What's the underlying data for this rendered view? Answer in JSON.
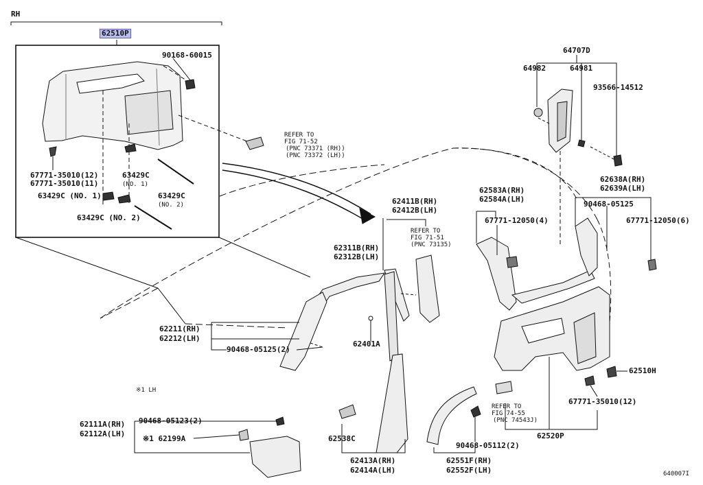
{
  "header": {
    "side": "RH",
    "assembly": "62510P"
  },
  "labels": {
    "p90168": "90168-60015",
    "p67771_35010_12": "67771-35010(12)",
    "p67771_35010_11": "67771-35010(11)",
    "p63429c_a": "63429C",
    "p63429c_a_note": "(NO. 1)",
    "p63429c_b": "63429C",
    "p63429c_b_note": "(NO. 2)",
    "p63429c_c": "63429C (NO. 1)",
    "p63429c_d": "63429C (NO. 2)",
    "refer7152_1": "REFER TO",
    "refer7152_2": "FIG 71-52",
    "refer7152_3": "(PNC 73371 (RH))",
    "refer7152_4": "(PNC 73372 (LH))",
    "p64707d": "64707D",
    "p64982": "64982",
    "p64981": "64981",
    "p93566": "93566-14512",
    "p62583a": "62583A(RH)",
    "p62584a": "62584A(LH)",
    "p67771_12050_4": "67771-12050(4)",
    "p62638a": "62638A(RH)",
    "p62639a": "62639A(LH)",
    "p90468_05125": "90468-05125",
    "p67771_12050_6": "67771-12050(6)",
    "p62411b": "62411B(RH)",
    "p62412b": "62412B(LH)",
    "refer7151_1": "REFER TO",
    "refer7151_2": "FIG 71-51",
    "refer7151_3": "(PNC 73135)",
    "p62311b": "62311B(RH)",
    "p62312b": "62312B(LH)",
    "p62211": "62211(RH)",
    "p62212": "62212(LH)",
    "p90468_05125_2": "90468-05125(2)",
    "p62401a": "62401A",
    "note_lh": "※1 LH",
    "p62510h": "62510H",
    "p67771_35010_12b": "67771-35010(12)",
    "refer7455_1": "REFER TO",
    "refer7455_2": "FIG 74-55",
    "refer7455_3": "(PNC 74543J)",
    "p62520p": "62520P",
    "p62111a": "62111A(RH)",
    "p62112a": "62112A(LH)",
    "p90468_05123": "90468-05123(2)",
    "p62199a": "※1 62199A",
    "p62538c": "62538C",
    "p62413a": "62413A(RH)",
    "p62414a": "62414A(LH)",
    "p90468_05112": "90468-05112(2)",
    "p62551f": "62551F(RH)",
    "p62552f": "62552F(LH)",
    "figure_id": "640007I"
  }
}
